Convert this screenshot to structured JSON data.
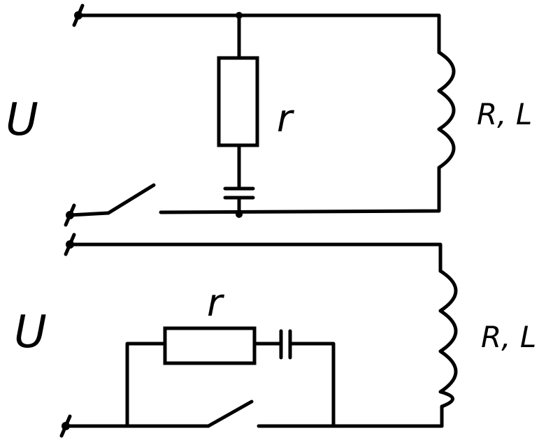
{
  "circuit_top": {
    "source_label": "U",
    "resistor_label": "r",
    "coil_label": "R, L"
  },
  "circuit_bottom": {
    "source_label": "U",
    "resistor_label": "r",
    "coil_label": "R, L"
  }
}
